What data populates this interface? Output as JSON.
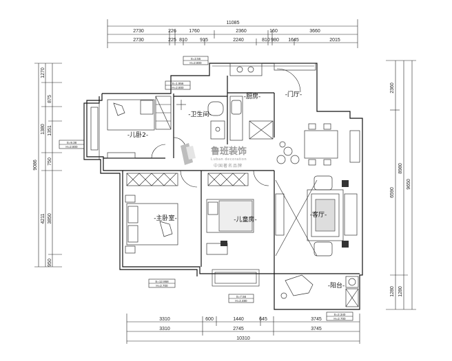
{
  "dimensions": {
    "top_total": "11085",
    "top_row1": [
      "2730",
      "226",
      "1760",
      "2360",
      "160",
      "3660"
    ],
    "top_row2": [
      "2730",
      "225",
      "810",
      "915",
      "2240",
      "810",
      "980",
      "1645",
      "2015"
    ],
    "bottom_row1": [
      "3310",
      "600",
      "1440",
      "645",
      "3745"
    ],
    "bottom_row2": [
      "3310",
      "2745",
      "3745"
    ],
    "bottom_total": "10310",
    "left_total": "9086",
    "left_segments": [
      "1270",
      "875",
      "1380",
      "1351",
      "750",
      "4211",
      "3850",
      "950"
    ],
    "right_total": "9650",
    "right_outer": [
      "2360",
      "6590",
      "1280"
    ],
    "right_inner": [
      "8980",
      "1280"
    ]
  },
  "rooms": {
    "child_room_2": "-儿卧2-",
    "bathroom": "-卫生间-",
    "kitchen": "-厨房-",
    "foyer": "-门厅-",
    "master_bedroom": "-主卧室-",
    "child_room_1": "-儿童房-",
    "living_room": "-客厅-",
    "balcony": "-阳台-"
  },
  "watermark": {
    "brand": "鲁班装饰",
    "english": "Luban decoration",
    "slogan": "中国著名品牌"
  },
  "area_tags": [
    {
      "a": "S=2.56",
      "b": "H=2.800"
    },
    {
      "a": "S=1.956",
      "b": "H=2.800"
    },
    {
      "a": "S=9.38",
      "b": "H=2.800"
    },
    {
      "a": "S=12.868",
      "b": "H=2.700"
    },
    {
      "a": "S=7.56",
      "b": "H=2.480"
    },
    {
      "a": "S=2.340",
      "b": "H=2.700"
    }
  ]
}
